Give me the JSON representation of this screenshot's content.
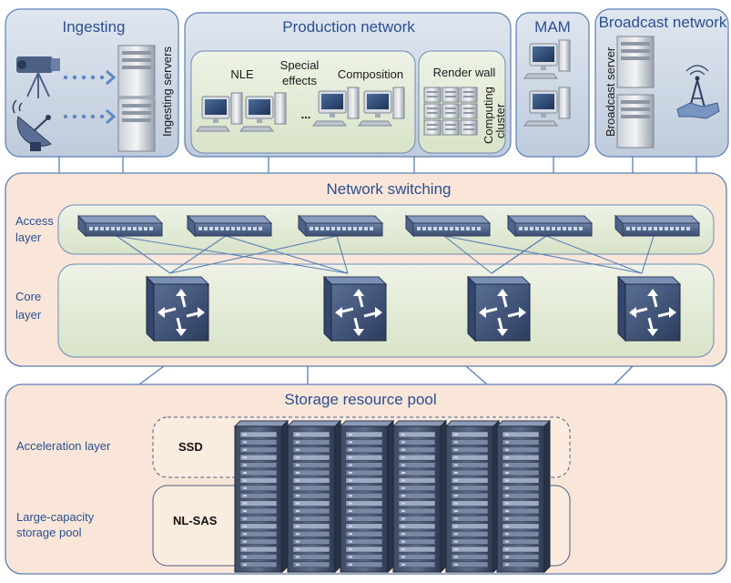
{
  "top": {
    "ingesting": {
      "title": "Ingesting",
      "servers_label": "Ingesting servers"
    },
    "production": {
      "title": "Production network",
      "nle": "NLE",
      "special_effects_line1": "Special",
      "special_effects_line2": "effects",
      "ellipsis": "...",
      "composition": "Composition",
      "render_wall": "Render wall",
      "computing_line1": "Computing",
      "computing_line2": "cluster"
    },
    "mam": {
      "title": "MAM"
    },
    "broadcast": {
      "title": "Broadcast network",
      "server_label": "Broadcast server"
    }
  },
  "switching": {
    "title": "Network switching",
    "access_line1": "Access",
    "access_line2": "layer",
    "core_line1": "Core",
    "core_line2": "layer"
  },
  "storage": {
    "title": "Storage resource pool",
    "acceleration": "Acceleration layer",
    "ssd": "SSD",
    "large_line1": "Large-capacity",
    "large_line2": "storage pool",
    "nlsas": "NL-SAS"
  },
  "colors": {
    "top_panel": "#ccd6e3",
    "switching_panel": "#f9e6d8",
    "storage_panel": "#f9e6d8",
    "inner_panel": "#e4ecd8",
    "border": "#4a6fa5",
    "heading": "#2b4f93"
  },
  "icons": [
    "video-camera-icon",
    "satellite-dish-icon",
    "server-tower-icon",
    "workstation-icon",
    "rack-server-icon",
    "broadcast-tower-icon",
    "access-switch-icon",
    "core-router-icon",
    "storage-rack-icon"
  ]
}
